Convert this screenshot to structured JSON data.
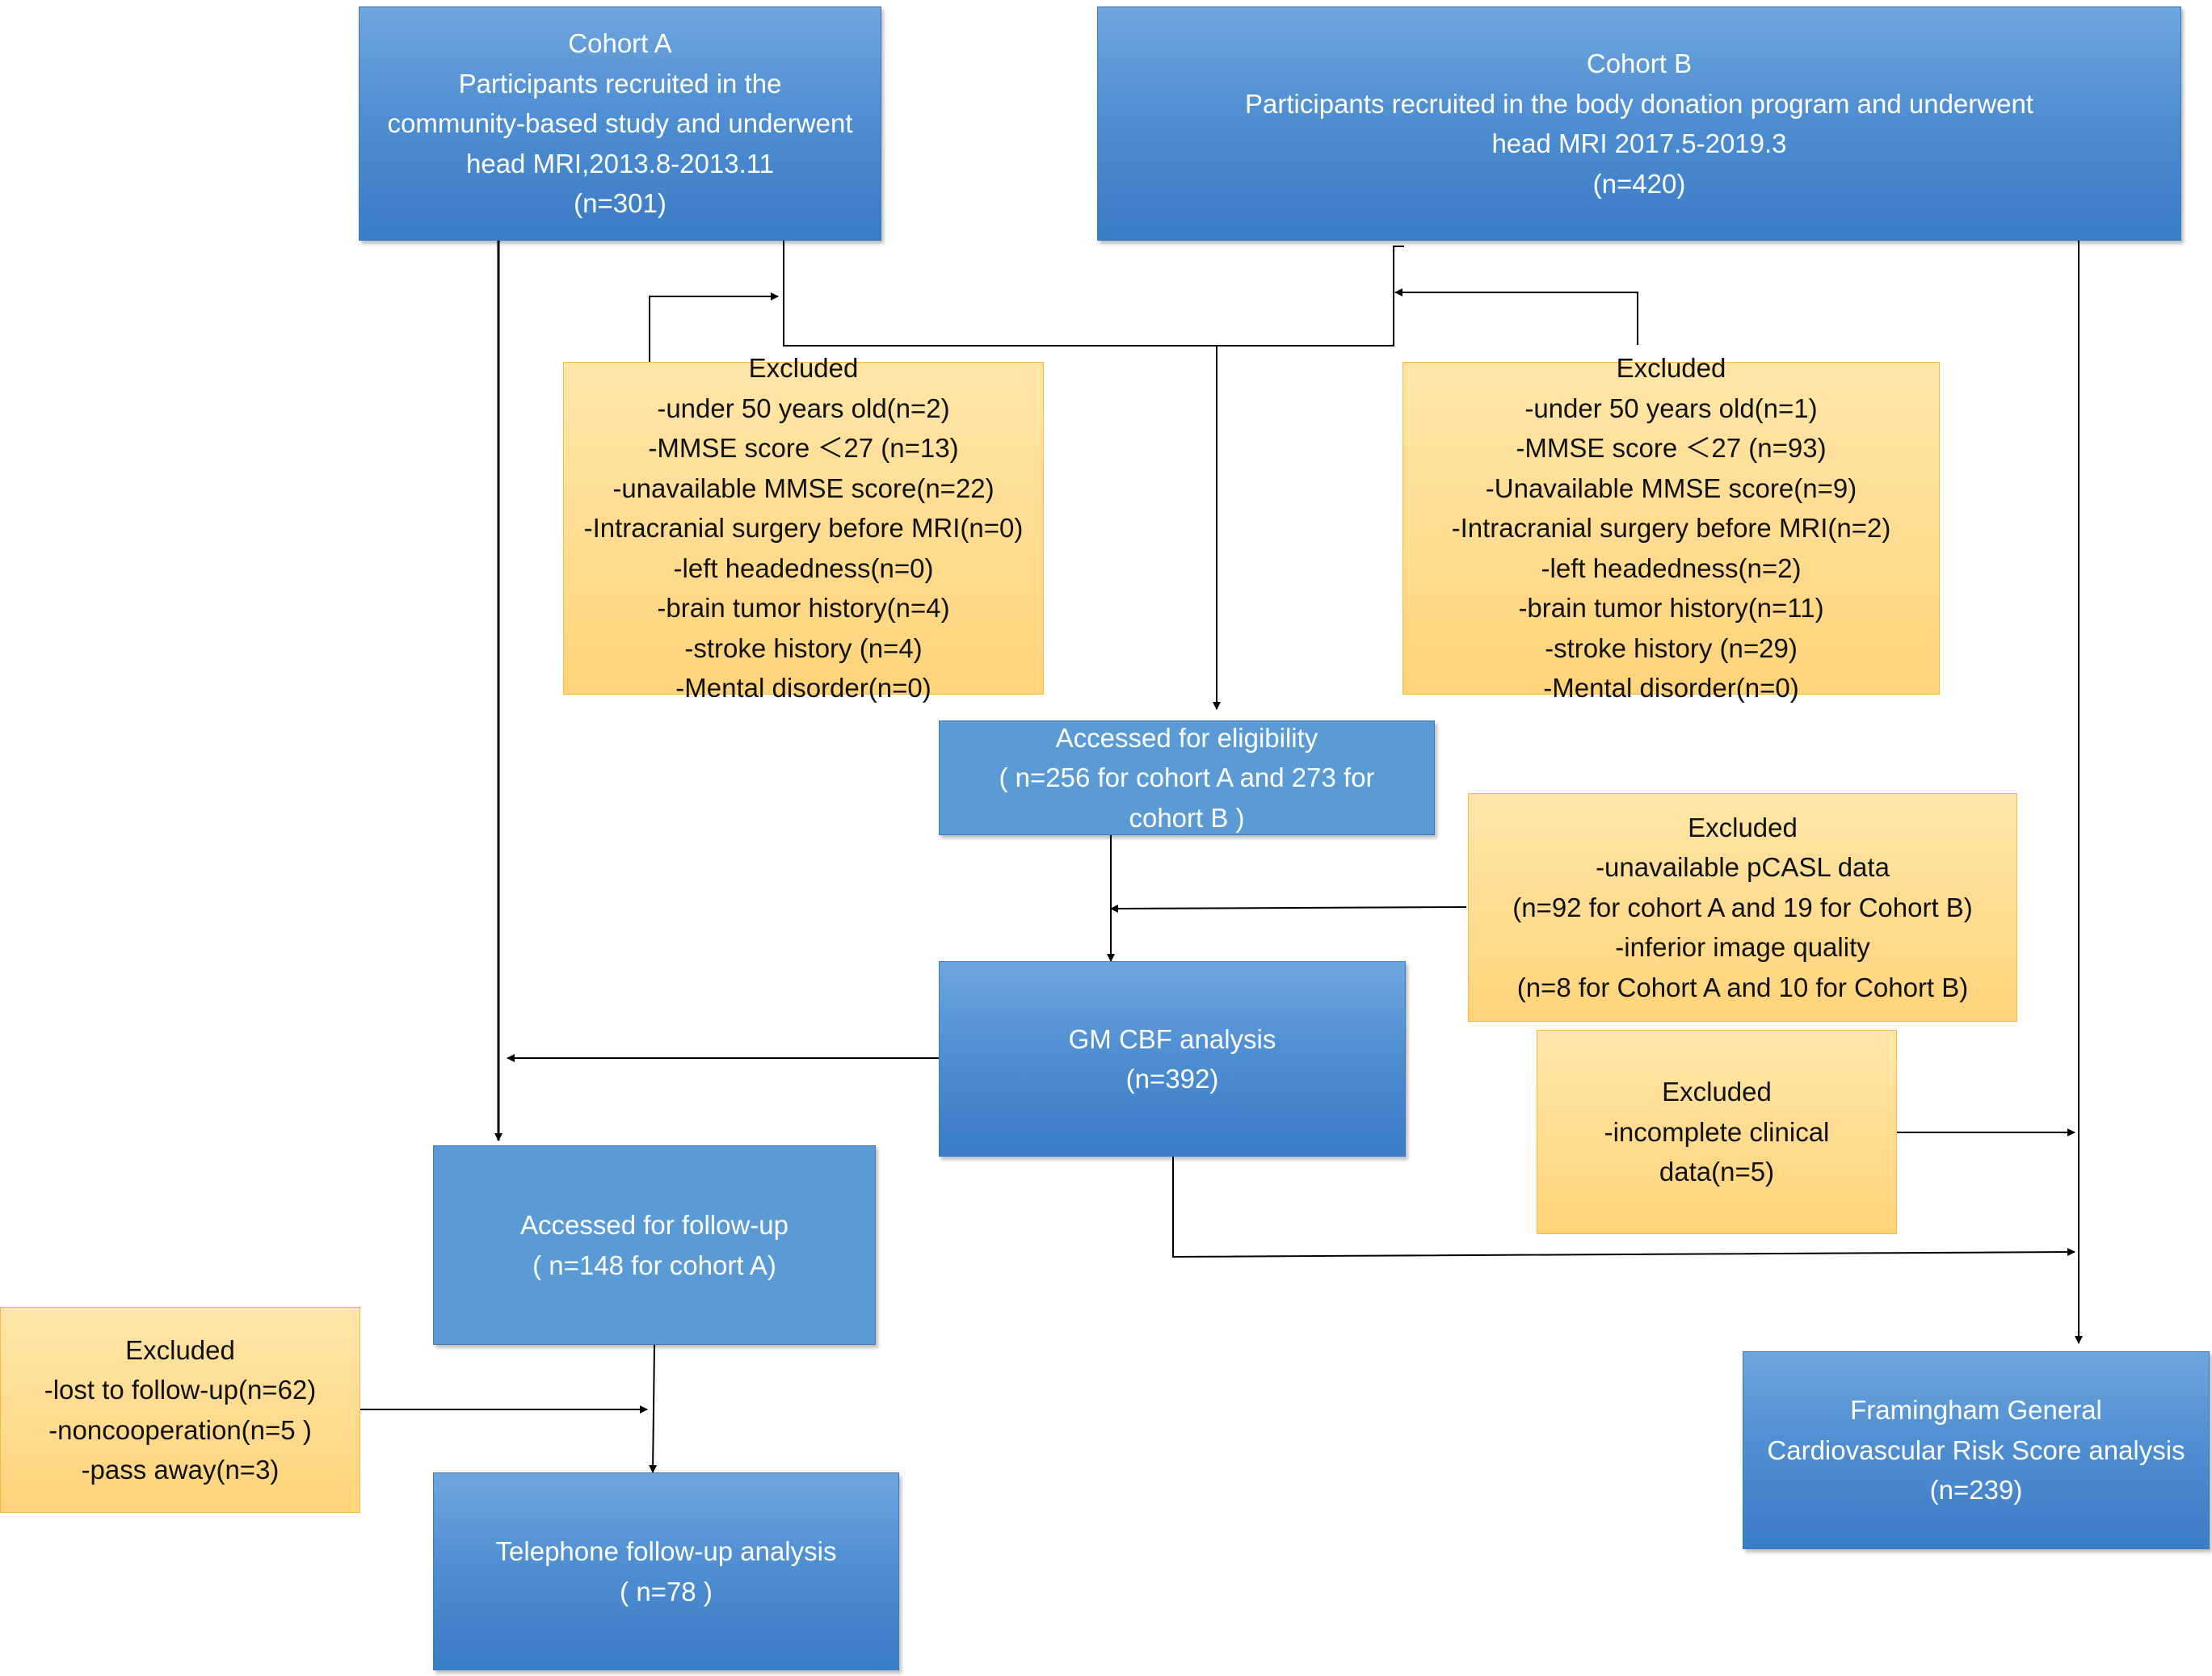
{
  "boxes": {
    "cohort_a": [
      "Cohort A",
      "Participants recruited in the",
      "community-based study and underwent",
      "head MRI,2013.8-2013.11",
      "(n=301)"
    ],
    "cohort_b": [
      "Cohort B",
      "Participants recruited in the body donation program and underwent",
      "head MRI 2017.5-2019.3",
      "(n=420)"
    ],
    "excluded_a": [
      "Excluded",
      "-under 50 years old(n=2)",
      "-MMSE score ＜27 (n=13)",
      "-unavailable MMSE score(n=22)",
      "-Intracranial surgery before MRI(n=0)",
      "-left headedness(n=0)",
      "-brain tumor history(n=4)",
      "-stroke history (n=4)",
      "-Mental disorder(n=0)"
    ],
    "excluded_b": [
      "Excluded",
      "-under 50 years old(n=1)",
      "-MMSE score ＜27 (n=93)",
      "-Unavailable MMSE score(n=9)",
      "-Intracranial surgery before MRI(n=2)",
      "-left headedness(n=2)",
      "-brain tumor history(n=11)",
      "-stroke history (n=29)",
      "-Mental disorder(n=0)"
    ],
    "eligibility": [
      "Accessed for eligibility",
      "( n=256 for cohort A and 273 for",
      "cohort B )"
    ],
    "excluded_pcasl": [
      "Excluded",
      "-unavailable pCASL data",
      "(n=92 for cohort A and 19 for Cohort B)",
      "-inferior image quality",
      "(n=8 for Cohort A and 10 for Cohort B)"
    ],
    "gm_cbf": [
      "GM CBF analysis",
      "(n=392)"
    ],
    "excluded_clinical": [
      "Excluded",
      "-incomplete clinical",
      "data(n=5)"
    ],
    "follow_up": [
      "Accessed for follow-up",
      "( n=148 for cohort A)"
    ],
    "excluded_followup": [
      "Excluded",
      "-lost to follow-up(n=62)",
      "-noncooperation(n=5 )",
      "-pass away(n=3)"
    ],
    "telephone": [
      "Telephone follow-up analysis",
      "( n=78 )"
    ],
    "framingham": [
      "Framingham General",
      "Cardiovascular Risk Score analysis",
      "(n=239)"
    ]
  }
}
